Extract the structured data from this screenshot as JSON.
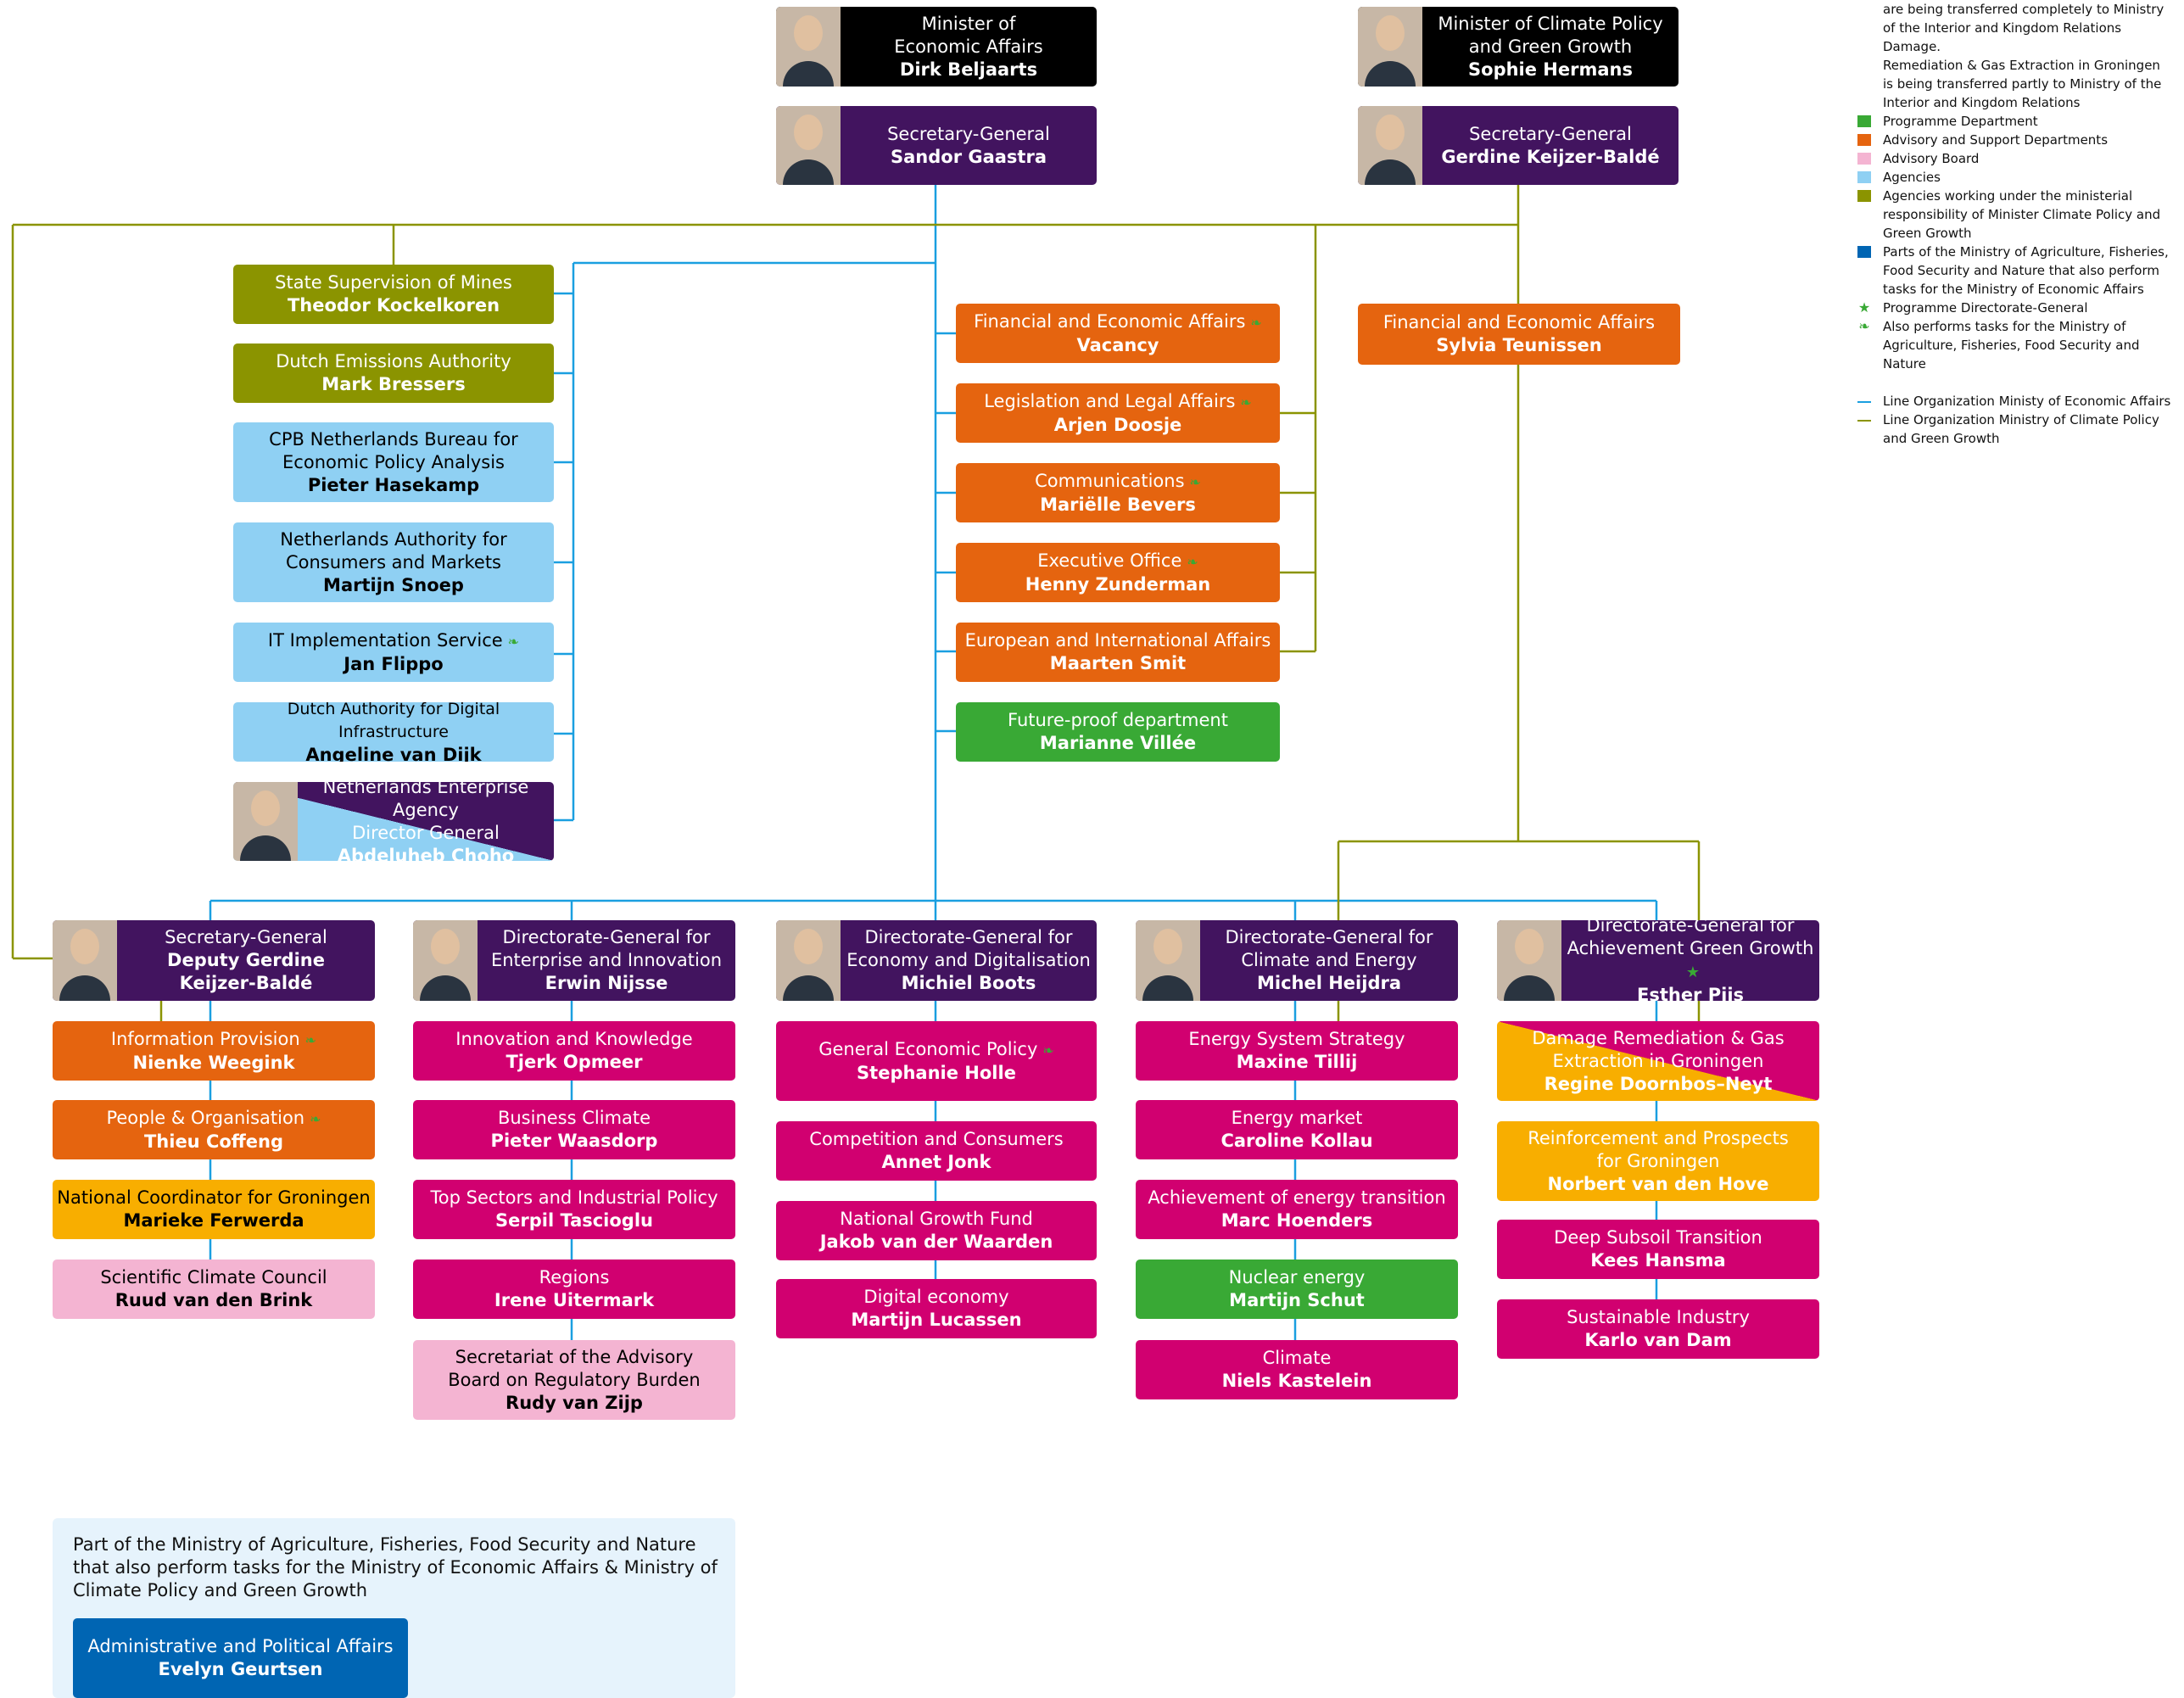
{
  "ministers": {
    "ez": {
      "title_l1": "Minister of",
      "title_l2": "Economic Affairs",
      "name": "Dirk Beljaarts"
    },
    "kgg": {
      "title_l1": "Minister of Climate Policy",
      "title_l2": "and Green Growth",
      "name": "Sophie Hermans"
    }
  },
  "sg": {
    "ez": {
      "title": "Secretary-General",
      "name": "Sandor Gaastra"
    },
    "kgg": {
      "title": "Secretary-General",
      "name": "Gerdine Keijzer-Baldé"
    }
  },
  "agencies": [
    {
      "title": "State Supervision of Mines",
      "name": "Theodor Kockelkoren"
    },
    {
      "title": "Dutch Emissions Authority",
      "name": "Mark Bressers"
    },
    {
      "title_l1": "CPB Netherlands Bureau for",
      "title_l2": "Economic Policy Analysis",
      "name": "Pieter Hasekamp"
    },
    {
      "title_l1": "Netherlands Authority for",
      "title_l2": "Consumers and Markets",
      "name": "Martijn Snoep"
    },
    {
      "title": "IT Implementation Service",
      "name": "Jan Flippo"
    },
    {
      "title": "Dutch Authority for Digital Infrastructure",
      "name": "Angeline van Dijk"
    },
    {
      "title_l1": "Netherlands Enterprise Agency",
      "title_l2": "Director General",
      "name": "Abdeluheb Choho"
    }
  ],
  "support": [
    {
      "title": "Financial and Economic Affairs",
      "name": "Vacancy"
    },
    {
      "title": "Legislation and Legal Affairs",
      "name": "Arjen Doosje"
    },
    {
      "title": "Communications",
      "name": "Mariëlle Bevers"
    },
    {
      "title": "Executive Office",
      "name": "Henny Zunderman"
    },
    {
      "title": "European and International Affairs",
      "name": "Maarten Smit"
    },
    {
      "title": "Future-proof department",
      "name": "Marianne Villée"
    }
  ],
  "kgg_fea": {
    "title": "Financial and Economic Affairs",
    "name": "Sylvia Teunissen"
  },
  "dg": {
    "dsg": {
      "title": "Secretary-General",
      "name_l1": "Deputy Gerdine",
      "name_l2": "Keijzer-Baldé",
      "items": [
        {
          "title": "Information Provision",
          "name": "Nienke Weegink"
        },
        {
          "title": "People & Organisation",
          "name": "Thieu Coffeng"
        },
        {
          "title": "National Coordinator for Groningen",
          "name": "Marieke Ferwerda"
        },
        {
          "title": "Scientific Climate Council",
          "name": "Ruud van den Brink"
        }
      ]
    },
    "ei": {
      "title_l1": "Directorate-General for",
      "title_l2": "Enterprise and Innovation",
      "name": "Erwin Nijsse",
      "items": [
        {
          "title": "Innovation and Knowledge",
          "name": "Tjerk Opmeer"
        },
        {
          "title": "Business Climate",
          "name": "Pieter Waasdorp"
        },
        {
          "title": "Top Sectors and Industrial Policy",
          "name": "Serpil Tascioglu"
        },
        {
          "title": "Regions",
          "name": "Irene Uitermark"
        },
        {
          "title_l1": "Secretariat of the Advisory",
          "title_l2": "Board on Regulatory Burden",
          "name": "Rudy van Zijp"
        }
      ]
    },
    "ed": {
      "title_l1": "Directorate-General for",
      "title_l2": "Economy and Digitalisation",
      "name": "Michiel Boots",
      "items": [
        {
          "title": "General Economic Policy",
          "name": "Stephanie Holle"
        },
        {
          "title": "Competition and Consumers",
          "name": "Annet Jonk"
        },
        {
          "title": "National Growth Fund",
          "name": "Jakob van der Waarden"
        },
        {
          "title": "Digital economy",
          "name": "Martijn Lucassen"
        }
      ]
    },
    "ce": {
      "title_l1": "Directorate-General for",
      "title_l2": "Climate and Energy",
      "name": "Michel Heijdra",
      "items": [
        {
          "title": "Energy System Strategy",
          "name": "Maxine Tillij"
        },
        {
          "title": "Energy market",
          "name": "Caroline Kollau"
        },
        {
          "title": "Achievement of energy transition",
          "name": "Marc Hoenders"
        },
        {
          "title": "Nuclear energy",
          "name": "Martijn Schut"
        },
        {
          "title": "Climate",
          "name": "Niels Kastelein"
        }
      ]
    },
    "agg": {
      "title_l1": "Directorate-General for",
      "title_l2": "Achievement Green Growth",
      "name": "Esther Pijs",
      "items": [
        {
          "title_l1": "Damage Remediation & Gas",
          "title_l2": "Extraction in Groningen",
          "name": "Regine Doornbos–Neyt"
        },
        {
          "title_l1": "Reinforcement and Prospects",
          "title_l2": "for Groningen",
          "name": "Norbert van den Hove"
        },
        {
          "title": "Deep Subsoil Transition",
          "name": "Kees Hansma"
        },
        {
          "title": "Sustainable Industry",
          "name": "Karlo van Dam"
        }
      ]
    }
  },
  "lnv": {
    "text": "Part of the Ministry of Agriculture, Fisheries, Food Security and Nature that also perform tasks for the Ministry of Economic Affairs & Ministry of Climate Policy and Green Growth",
    "box": {
      "title": "Administrative and Political Affairs",
      "name": "Evelyn Geurtsen"
    }
  },
  "legend": {
    "intro": [
      "are being transferred completely to Ministry",
      "of the Interior and Kingdom Relations",
      "Damage.",
      "Remediation & Gas Extraction in Groningen",
      "is being transferred partly to Ministry of the",
      "Interior and Kingdom Relations"
    ],
    "programme": "Programme Department",
    "advisory_support": "Advisory and Support Departments",
    "advisory_board": "Advisory Board",
    "agencies": "Agencies",
    "agencies_kgg_l1": "Agencies working under the ministerial",
    "agencies_kgg_l2": "responsibility of Minister Climate Policy and",
    "agencies_kgg_l3": "Green Growth",
    "lnv_l1": "Parts of the Ministry of Agriculture, Fisheries,",
    "lnv_l2": "Food Security and Nature that also perform",
    "lnv_l3": "tasks for the Ministry of Economic Affairs",
    "programme_dg": "Programme Directorate-General",
    "lnv_tasks_l1": "Also performs tasks for the Ministry of",
    "lnv_tasks_l2": "Agriculture, Fisheries, Food Security and",
    "lnv_tasks_l3": "Nature",
    "line_ez": "Line Organization Ministy of Economic Affairs",
    "line_kgg_l1": "Line Organization Ministry of Climate Policy",
    "line_kgg_l2": "and Green Growth",
    "colors": {
      "programme": "#39a935",
      "support": "#e5640f",
      "advisory": "#f4b4d2",
      "agency": "#8fd0f3",
      "agency_kgg": "#8b9400",
      "lnv": "#0065b3",
      "line_ez": "#1a9fe0",
      "line_kgg": "#8b9400"
    }
  }
}
